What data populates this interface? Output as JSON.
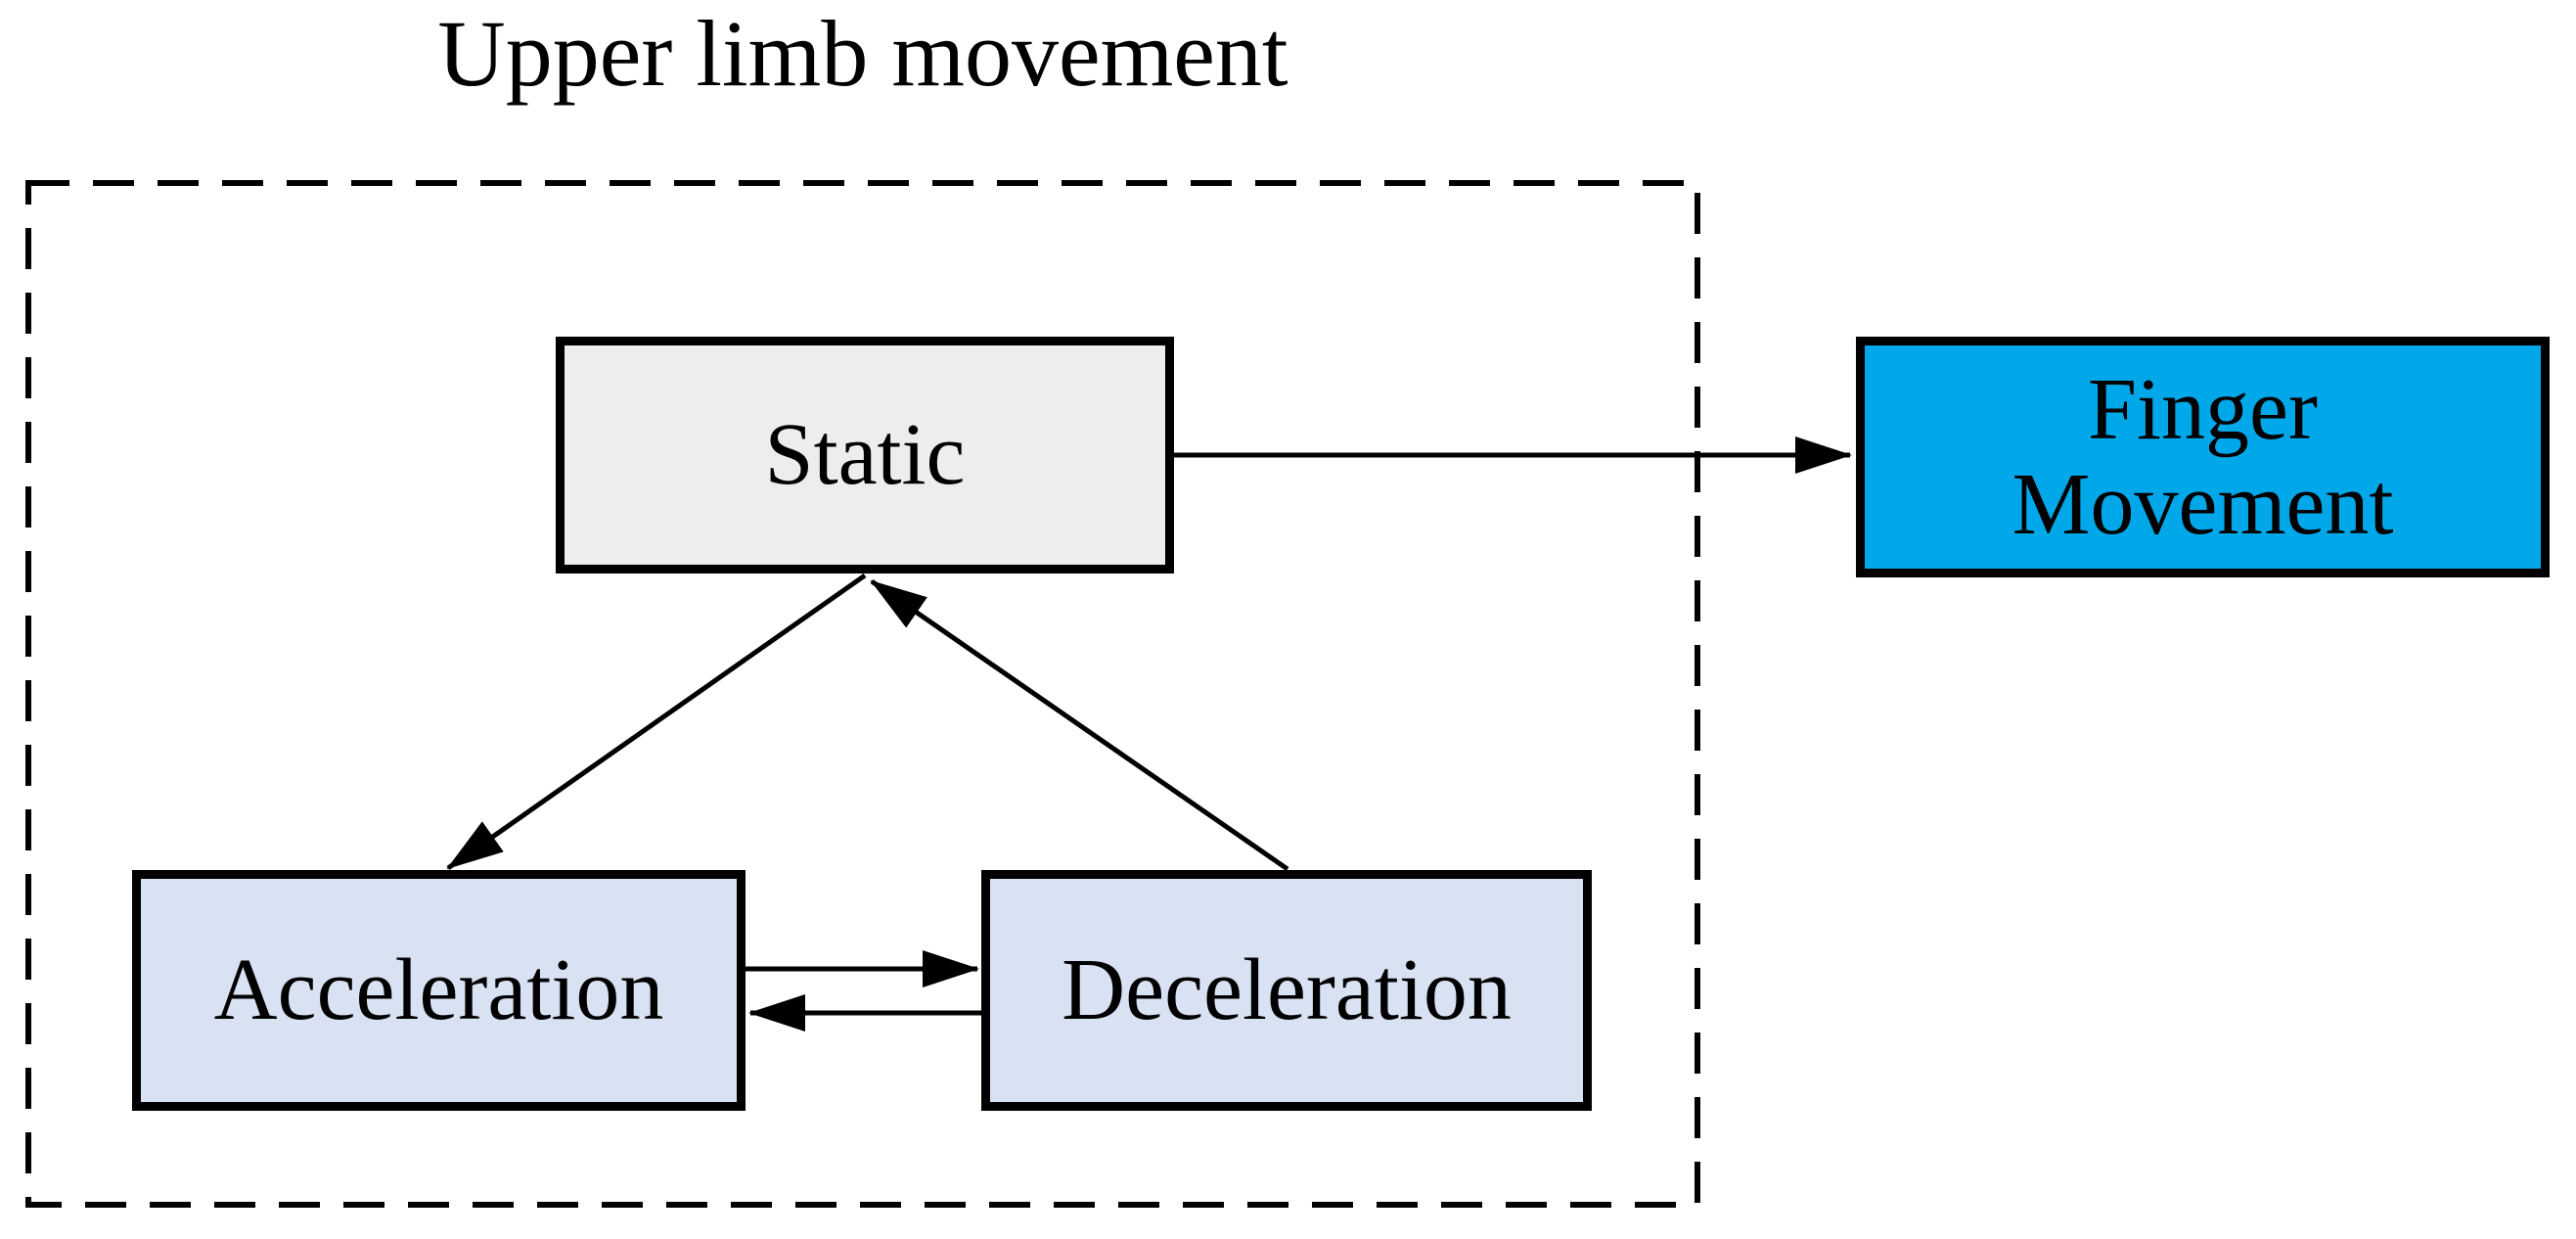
{
  "diagram": {
    "title": "Upper limb movement",
    "nodes": {
      "static": {
        "label": "Static",
        "fill": "#ededed"
      },
      "acceleration": {
        "label": "Acceleration",
        "fill": "#d9e2f3"
      },
      "deceleration": {
        "label": "Deceleration",
        "fill": "#d9e2f3"
      },
      "finger_movement": {
        "label": "Finger Movement",
        "fill": "#00a8ea"
      }
    },
    "edges": [
      {
        "from": "static",
        "to": "finger_movement",
        "style": "solid-arrow"
      },
      {
        "from": "static",
        "to": "acceleration",
        "style": "solid-arrow"
      },
      {
        "from": "deceleration",
        "to": "static",
        "style": "solid-arrow"
      },
      {
        "from": "acceleration",
        "to": "deceleration",
        "style": "solid-arrow"
      },
      {
        "from": "deceleration",
        "to": "acceleration",
        "style": "solid-arrow"
      }
    ],
    "group_boundary": {
      "label": "Upper limb movement",
      "style": "dashed"
    },
    "colors": {
      "border": "#000000",
      "arrow": "#000000",
      "background": "#ffffff"
    }
  }
}
